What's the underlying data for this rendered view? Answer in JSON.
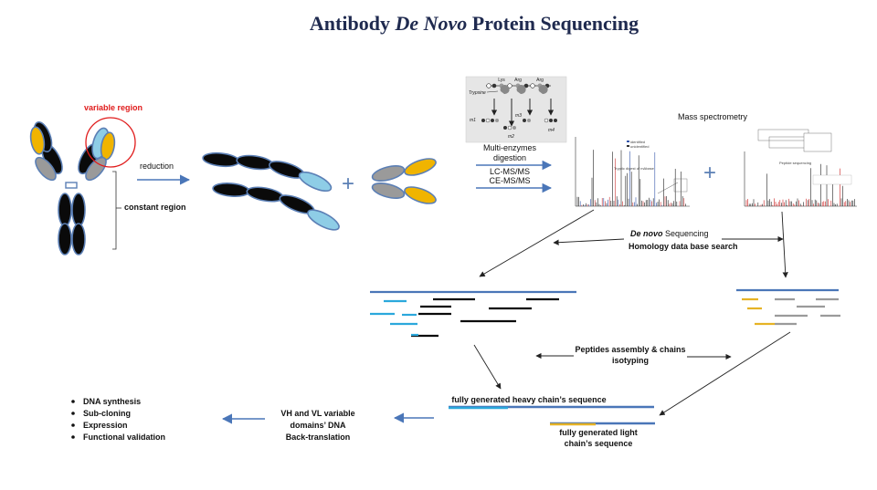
{
  "title": {
    "part1": "Antibody ",
    "italic": "De Novo",
    "part2": " Protein Sequencing"
  },
  "labels": {
    "variable_region": "variable region",
    "constant_region": "constant region",
    "reduction": "reduction",
    "plus": "+",
    "multi_enzymes_line1": "Multi-enzymes",
    "multi_enzymes_line2": "digestion",
    "lc_ms": "LC-MS/MS",
    "ce_ms": "CE-MS/MS",
    "mass_spec": "Mass spectrometry",
    "de_novo_italic": "De novo",
    "de_novo_rest": " Sequencing",
    "homology": "Homology data base search",
    "assembly_line1": "Peptides assembly & chains",
    "assembly_line2": "isotyping",
    "heavy_chain": "fully generated heavy chain’s sequence",
    "light_chain_line1": "fully generated light",
    "light_chain_line2": "chain’s sequence",
    "vhvl_line1": "VH and VL variable",
    "vhvl_line2": "domains’ DNA",
    "vhvl_line3": "Back-translation"
  },
  "digest_figure": {
    "enzyme": "Trypsine",
    "sites": [
      "Lys",
      "Arg",
      "Arg"
    ],
    "fragments": [
      "m1",
      "m2",
      "m3",
      "m4"
    ]
  },
  "spectra": {
    "spec1_title": "Tryptic digest of mAbase",
    "spec1_legend": [
      "identified",
      "unidentified"
    ],
    "spec2_title": "Peptide sequencing"
  },
  "outcomes": [
    "DNA synthesis",
    "Sub-cloning",
    "Expression",
    "Functional validation"
  ],
  "colors": {
    "title": "#1f2a4f",
    "heavy_chain": "#0a0a0a",
    "light_chain_constant": "#9a9a9a",
    "light_chain_variable": "#f0b400",
    "heavy_variable": "#8ecde6",
    "outline": "#5b7fb5",
    "arrow": "#4a76b8",
    "sequence_line": "#4a76b8",
    "cyan_peptide": "#2ba8dc",
    "yellow_peptide": "#e6b325",
    "highlight_red": "#e01b1b"
  }
}
